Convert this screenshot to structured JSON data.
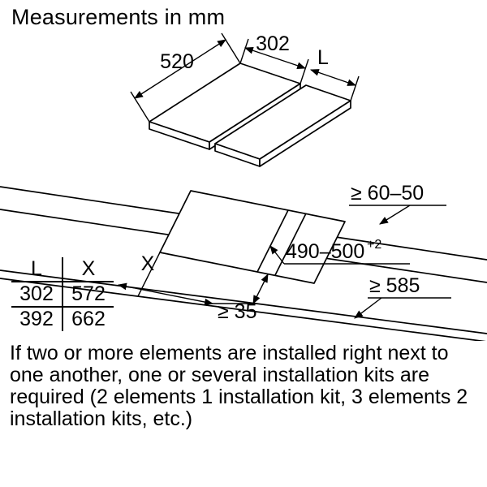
{
  "title": "Measurements in mm",
  "hob": {
    "depth": "520",
    "module_width": "302",
    "extra_width": "L"
  },
  "cutout": {
    "back_clearance": "≥ 60–50",
    "depth": "490–500",
    "depth_tolerance": "+2",
    "side_clearance": "≥ 585",
    "front_clearance": "≥ 35",
    "width": "X"
  },
  "table": {
    "headers": [
      "L",
      "X"
    ],
    "rows": [
      [
        "302",
        "572"
      ],
      [
        "392",
        "662"
      ]
    ]
  },
  "note": "If two or more elements are installed right next to one another, one or several installation kits are required (2 elements 1 installation kit, 3 elements 2 installation kits, etc.)"
}
